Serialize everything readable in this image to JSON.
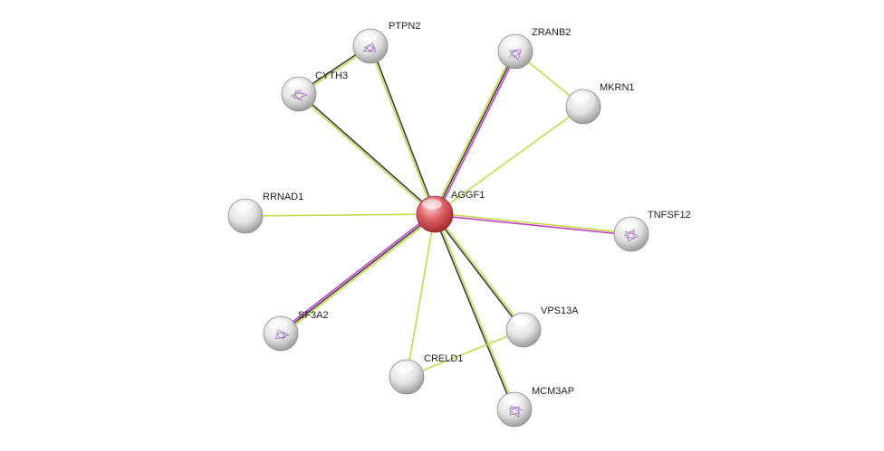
{
  "network": {
    "center": "AGGF1",
    "nodes": [
      {
        "id": "AGGF1",
        "label": "AGGF1",
        "kind": "query",
        "structure_icon": ""
      },
      {
        "id": "PTPN2",
        "label": "PTPN2",
        "kind": "partner",
        "structure_icon": "protein-structure-icon"
      },
      {
        "id": "CYTH3",
        "label": "CYTH3",
        "kind": "partner",
        "structure_icon": "protein-structure-icon"
      },
      {
        "id": "ZRANB2",
        "label": "ZRANB2",
        "kind": "partner",
        "structure_icon": "protein-structure-icon"
      },
      {
        "id": "MKRN1",
        "label": "MKRN1",
        "kind": "partner",
        "structure_icon": ""
      },
      {
        "id": "RRNAD1",
        "label": "RRNAD1",
        "kind": "partner",
        "structure_icon": ""
      },
      {
        "id": "TNFSF12",
        "label": "TNFSF12",
        "kind": "partner",
        "structure_icon": "protein-structure-icon"
      },
      {
        "id": "SF3A2",
        "label": "SF3A2",
        "kind": "partner",
        "structure_icon": "protein-structure-icon"
      },
      {
        "id": "VPS13A",
        "label": "VPS13A",
        "kind": "partner",
        "structure_icon": ""
      },
      {
        "id": "CRELD1",
        "label": "CRELD1",
        "kind": "partner",
        "structure_icon": ""
      },
      {
        "id": "MCM3AP",
        "label": "MCM3AP",
        "kind": "partner",
        "structure_icon": "protein-structure-icon"
      }
    ],
    "edges": [
      {
        "source": "AGGF1",
        "target": "PTPN2",
        "evidence": [
          "yellow",
          "dark"
        ]
      },
      {
        "source": "AGGF1",
        "target": "CYTH3",
        "evidence": [
          "yellow",
          "dark"
        ]
      },
      {
        "source": "AGGF1",
        "target": "ZRANB2",
        "evidence": [
          "yellow",
          "dark",
          "magenta"
        ]
      },
      {
        "source": "AGGF1",
        "target": "MKRN1",
        "evidence": [
          "yellow"
        ]
      },
      {
        "source": "AGGF1",
        "target": "RRNAD1",
        "evidence": [
          "yellow"
        ]
      },
      {
        "source": "AGGF1",
        "target": "TNFSF12",
        "evidence": [
          "yellow",
          "magenta"
        ]
      },
      {
        "source": "AGGF1",
        "target": "SF3A2",
        "evidence": [
          "yellow",
          "dark",
          "magenta"
        ]
      },
      {
        "source": "AGGF1",
        "target": "VPS13A",
        "evidence": [
          "yellow",
          "dark"
        ]
      },
      {
        "source": "AGGF1",
        "target": "CRELD1",
        "evidence": [
          "yellow"
        ]
      },
      {
        "source": "AGGF1",
        "target": "MCM3AP",
        "evidence": [
          "yellow",
          "dark"
        ]
      },
      {
        "source": "PTPN2",
        "target": "CYTH3",
        "evidence": [
          "yellow",
          "dark"
        ]
      },
      {
        "source": "ZRANB2",
        "target": "MKRN1",
        "evidence": [
          "yellow"
        ]
      },
      {
        "source": "CRELD1",
        "target": "VPS13A",
        "evidence": [
          "yellow"
        ]
      }
    ],
    "colors": {
      "yellow": "#c6d94a",
      "dark": "#3a3a3a",
      "magenta": "#c040c0",
      "query_node": "#d9535a",
      "partner_node": "#e6e6e6",
      "label": "#222222"
    }
  }
}
